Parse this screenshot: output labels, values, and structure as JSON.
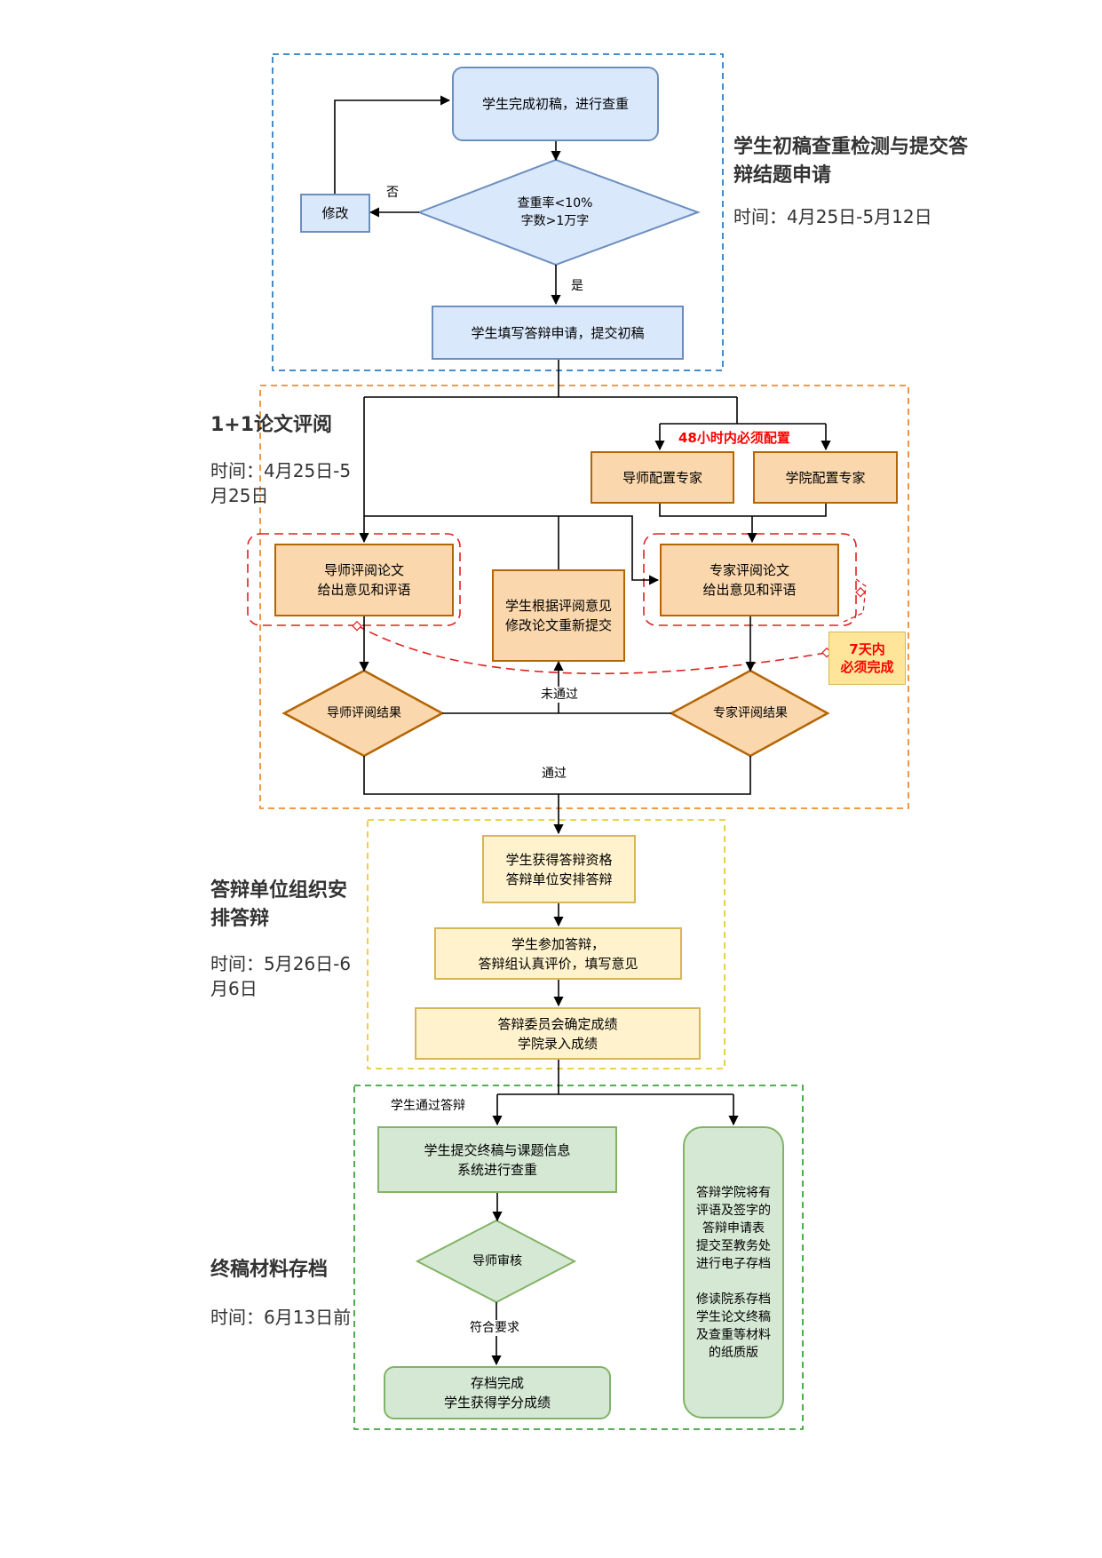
{
  "stages": [
    {
      "title": "学生初稿查重检测与提交答辩结题申请",
      "time": "时间：4月25日-5月12日"
    },
    {
      "title": "1+1论文评阅",
      "time": "时间：4月25日-5月25日"
    },
    {
      "title": "答辩单位组织安排答辩",
      "time": "时间：5月26日-6月6日"
    },
    {
      "title": "终稿材料存档",
      "time": "时间：6月13日前"
    }
  ],
  "nodes": {
    "first_draft": "学生完成初稿，进行查重",
    "check_condition": "查重率<10%\n字数>1万字",
    "revise": "修改",
    "fill_application": "学生填写答辩申请，提交初稿",
    "advisor_assign": "导师配置专家",
    "college_assign": "学院配置专家",
    "advisor_review": "导师评阅论文\n给出意见和评语",
    "student_revise": "学生根据评阅意见\n修改论文重新提交",
    "expert_review": "专家评阅论文\n给出意见和评语",
    "advisor_result": "导师评阅结果",
    "expert_result": "专家评阅结果",
    "get_qualification": "学生获得答辩资格\n答辩单位安排答辩",
    "attend_defense": "学生参加答辩，\n答辩组认真评价，填写意见",
    "committee_grade": "答辩委员会确定成绩\n学院录入成绩",
    "submit_final": "学生提交终稿与课题信息\n系统进行查重",
    "advisor_audit": "导师审核",
    "archive_done": "存档完成\n学生获得学分成绩",
    "college_archive": "答辩学院将有\n评语及签字的\n答辩申请表\n提交至教务处\n进行电子存档\n\n修读院系存档\n学生论文终稿\n及查重等材料\n的纸质版"
  },
  "labels": {
    "no": "否",
    "yes": "是",
    "not_passed": "未通过",
    "passed": "通过",
    "student_passed_defense": "学生通过答辩",
    "meets_requirements": "符合要求"
  },
  "notes": {
    "within_48h": "48小时内必须配置",
    "within_7days": "7天内\n必须完成"
  },
  "colors": {
    "blue_fill": "#dae8fc",
    "blue_stroke": "#6c8ebf",
    "orange_fill": "#fad7ac",
    "orange_stroke": "#b46504",
    "yellow_fill": "#fff2cc",
    "yellow_stroke": "#d6b656",
    "green_fill": "#d5e8d4",
    "green_stroke": "#82b366",
    "red": "#ff0000"
  }
}
